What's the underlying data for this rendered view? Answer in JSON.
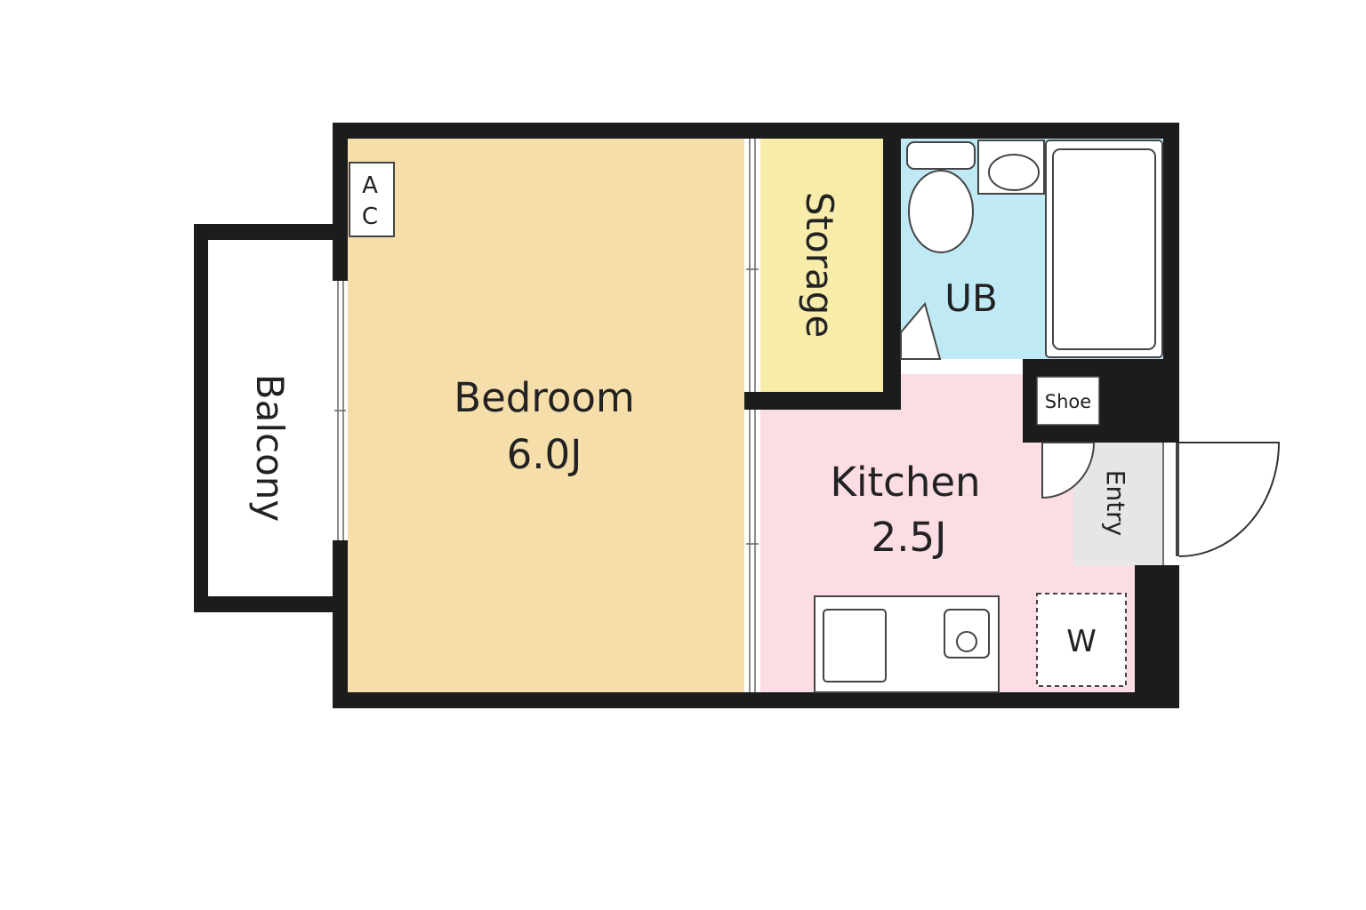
{
  "rooms": {
    "bedroom": {
      "name": "Bedroom",
      "size": "6.0J"
    },
    "kitchen": {
      "name": "Kitchen",
      "size": "2.5J"
    },
    "storage": {
      "name": "Storage"
    },
    "bath": {
      "name": "UB"
    },
    "balcony": {
      "name": "Balcony"
    },
    "entry": {
      "name": "Entry"
    },
    "shoe": {
      "name": "Shoe"
    },
    "washer": {
      "name": "W"
    },
    "ac": {
      "line1": "A",
      "line2": "C"
    }
  },
  "colors": {
    "wall": "#1c1c1c",
    "bedroom": "#f5deaa",
    "kitchen": "#fbdde3",
    "storage": "#f8ecaa",
    "bath": "#bfeaf5",
    "entry": "#e6e6e6",
    "white": "#ffffff"
  }
}
